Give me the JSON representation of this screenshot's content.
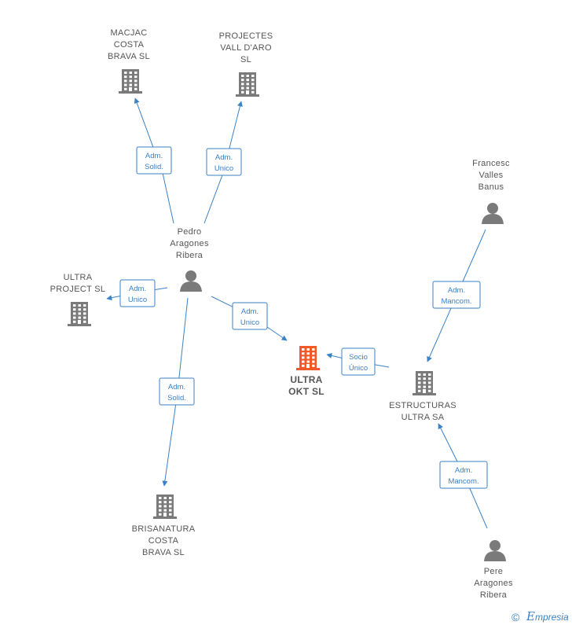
{
  "colors": {
    "edge": "#3b82c4",
    "node": "#7a7a7a",
    "focus": "#f05a28"
  },
  "nodes": [
    {
      "id": "macjac",
      "type": "company",
      "label": [
        "MACJAC",
        "COSTA",
        "BRAVA  SL"
      ]
    },
    {
      "id": "projectes",
      "type": "company",
      "label": [
        "PROJECTES",
        "VALL D'ARO",
        "SL"
      ]
    },
    {
      "id": "francesc",
      "type": "person",
      "label": [
        "Francesc",
        "Valles",
        "Banus"
      ]
    },
    {
      "id": "pedro",
      "type": "person",
      "label": [
        "Pedro",
        "Aragones",
        "Ribera"
      ]
    },
    {
      "id": "ultra_project",
      "type": "company",
      "label": [
        "ULTRA",
        "PROJECT  SL"
      ]
    },
    {
      "id": "ultra_okt",
      "type": "company-focus",
      "label": [
        "ULTRA",
        "OKT  SL"
      ]
    },
    {
      "id": "estructuras",
      "type": "company",
      "label": [
        "ESTRUCTURAS",
        "ULTRA SA"
      ]
    },
    {
      "id": "brisanatura",
      "type": "company",
      "label": [
        "BRISANATURA",
        "COSTA",
        "BRAVA  SL"
      ]
    },
    {
      "id": "pere",
      "type": "person",
      "label": [
        "Pere",
        "Aragones",
        "Ribera"
      ]
    }
  ],
  "edges": [
    {
      "from": "pedro",
      "to": "macjac",
      "label": [
        "Adm.",
        "Solid."
      ]
    },
    {
      "from": "pedro",
      "to": "projectes",
      "label": [
        "Adm.",
        "Unico"
      ]
    },
    {
      "from": "pedro",
      "to": "ultra_project",
      "label": [
        "Adm.",
        "Unico"
      ]
    },
    {
      "from": "pedro",
      "to": "ultra_okt",
      "label": [
        "Adm.",
        "Unico"
      ]
    },
    {
      "from": "pedro",
      "to": "brisanatura",
      "label": [
        "Adm.",
        "Solid."
      ]
    },
    {
      "from": "francesc",
      "to": "estructuras",
      "label": [
        "Adm.",
        "Mancom."
      ]
    },
    {
      "from": "estructuras",
      "to": "ultra_okt",
      "label": [
        "Socio",
        "Único"
      ]
    },
    {
      "from": "pere",
      "to": "estructuras",
      "label": [
        "Adm.",
        "Mancom."
      ]
    }
  ],
  "footer": {
    "copyright_symbol": "©",
    "brand_initial": "E",
    "brand_rest": "mpresia"
  }
}
